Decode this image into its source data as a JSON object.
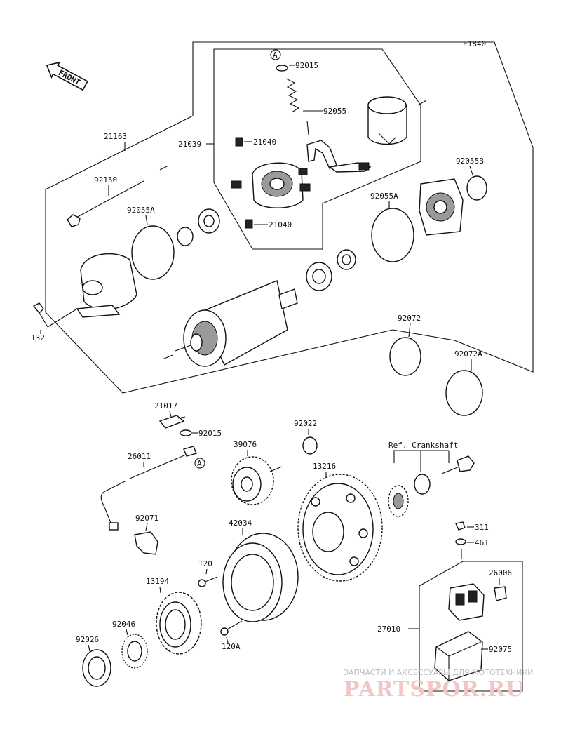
{
  "page_code": "E1840",
  "front_arrow": "FRONT",
  "ref_note": "Ref. Crankshaft",
  "callout_a": "A",
  "parts": {
    "p92015_top": "92015",
    "p92055": "92055",
    "p21163": "21163",
    "p21039": "21039",
    "p21040_top": "21040",
    "p21040_bot": "21040",
    "p92055B": "92055B",
    "p92150": "92150",
    "p92055A_left": "92055A",
    "p92055A_right": "92055A",
    "p132": "132",
    "p92072": "92072",
    "p92072A": "92072A",
    "p21017": "21017",
    "p92015_bot": "92015",
    "p92022": "92022",
    "p26011": "26011",
    "p39076": "39076",
    "p13216": "13216",
    "p92071": "92071",
    "p42034": "42034",
    "p311": "311",
    "p461": "461",
    "p120": "120",
    "p13194": "13194",
    "p26006": "26006",
    "p92046": "92046",
    "p27010": "27010",
    "p92026": "92026",
    "p120A": "120A",
    "p92075": "92075"
  },
  "watermark": {
    "tagline": "ЗАПЧАСТИ И АКСЕССУАРЫ ДЛЯ МОТОТЕХНИКИ",
    "logo": "PARTSPOR.RU"
  }
}
